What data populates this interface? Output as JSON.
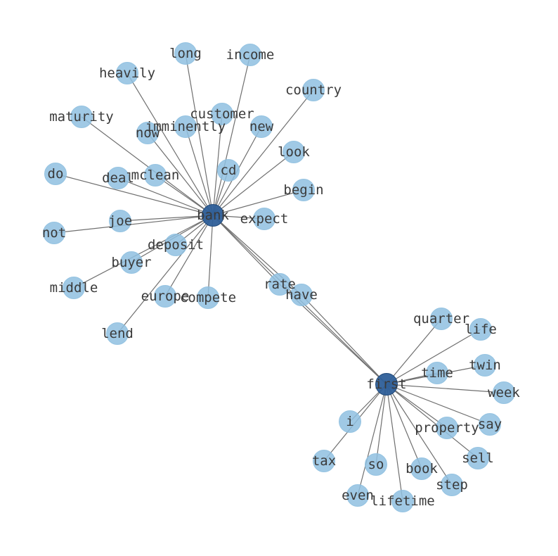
{
  "graph": {
    "colors": {
      "hub": "#2e5f99",
      "node": "#8fc0e0",
      "edge": "#6f6f6f",
      "label": "#3a3a3a"
    },
    "nodes": [
      {
        "id": "bank",
        "label": "bank",
        "hub": true
      },
      {
        "id": "first",
        "label": "first",
        "hub": true
      },
      {
        "id": "long",
        "label": "long"
      },
      {
        "id": "income",
        "label": "income"
      },
      {
        "id": "heavily",
        "label": "heavily"
      },
      {
        "id": "country",
        "label": "country"
      },
      {
        "id": "maturity",
        "label": "maturity"
      },
      {
        "id": "customer",
        "label": "customer"
      },
      {
        "id": "imminently",
        "label": "imminently"
      },
      {
        "id": "now",
        "label": "now"
      },
      {
        "id": "new",
        "label": "new"
      },
      {
        "id": "look",
        "label": "look"
      },
      {
        "id": "do",
        "label": "do"
      },
      {
        "id": "deal",
        "label": "deal"
      },
      {
        "id": "mclean",
        "label": "mclean"
      },
      {
        "id": "cd",
        "label": "cd"
      },
      {
        "id": "begin",
        "label": "begin"
      },
      {
        "id": "not",
        "label": "not"
      },
      {
        "id": "joe",
        "label": "joe"
      },
      {
        "id": "expect",
        "label": "expect"
      },
      {
        "id": "deposit",
        "label": "deposit"
      },
      {
        "id": "buyer",
        "label": "buyer"
      },
      {
        "id": "middle",
        "label": "middle"
      },
      {
        "id": "rate",
        "label": "rate"
      },
      {
        "id": "have",
        "label": "have"
      },
      {
        "id": "europe",
        "label": "europe"
      },
      {
        "id": "compete",
        "label": "compete"
      },
      {
        "id": "lend",
        "label": "lend"
      },
      {
        "id": "quarter",
        "label": "quarter"
      },
      {
        "id": "life",
        "label": "life"
      },
      {
        "id": "twin",
        "label": "twin"
      },
      {
        "id": "time",
        "label": "time"
      },
      {
        "id": "week",
        "label": "week"
      },
      {
        "id": "i",
        "label": "i"
      },
      {
        "id": "property",
        "label": "property"
      },
      {
        "id": "say",
        "label": "say"
      },
      {
        "id": "sell",
        "label": "sell"
      },
      {
        "id": "tax",
        "label": "tax"
      },
      {
        "id": "so",
        "label": "so"
      },
      {
        "id": "book",
        "label": "book"
      },
      {
        "id": "step",
        "label": "step"
      },
      {
        "id": "even",
        "label": "even"
      },
      {
        "id": "lifetime",
        "label": "lifetime"
      }
    ],
    "edges": [
      [
        "bank",
        "long"
      ],
      [
        "bank",
        "income"
      ],
      [
        "bank",
        "heavily"
      ],
      [
        "bank",
        "country"
      ],
      [
        "bank",
        "maturity"
      ],
      [
        "bank",
        "customer"
      ],
      [
        "bank",
        "imminently"
      ],
      [
        "bank",
        "now"
      ],
      [
        "bank",
        "new"
      ],
      [
        "bank",
        "look"
      ],
      [
        "bank",
        "do"
      ],
      [
        "bank",
        "deal"
      ],
      [
        "bank",
        "mclean"
      ],
      [
        "bank",
        "cd"
      ],
      [
        "bank",
        "begin"
      ],
      [
        "bank",
        "not"
      ],
      [
        "bank",
        "joe"
      ],
      [
        "bank",
        "expect"
      ],
      [
        "bank",
        "deposit"
      ],
      [
        "bank",
        "buyer"
      ],
      [
        "bank",
        "middle"
      ],
      [
        "bank",
        "europe"
      ],
      [
        "bank",
        "compete"
      ],
      [
        "bank",
        "lend"
      ],
      [
        "bank",
        "rate"
      ],
      [
        "bank",
        "have"
      ],
      [
        "bank",
        "first"
      ],
      [
        "first",
        "rate"
      ],
      [
        "first",
        "have"
      ],
      [
        "first",
        "quarter"
      ],
      [
        "first",
        "life"
      ],
      [
        "first",
        "twin"
      ],
      [
        "first",
        "time"
      ],
      [
        "first",
        "week"
      ],
      [
        "first",
        "i"
      ],
      [
        "first",
        "property"
      ],
      [
        "first",
        "say"
      ],
      [
        "first",
        "sell"
      ],
      [
        "first",
        "tax"
      ],
      [
        "first",
        "so"
      ],
      [
        "first",
        "book"
      ],
      [
        "first",
        "step"
      ],
      [
        "first",
        "even"
      ],
      [
        "first",
        "lifetime"
      ]
    ]
  }
}
